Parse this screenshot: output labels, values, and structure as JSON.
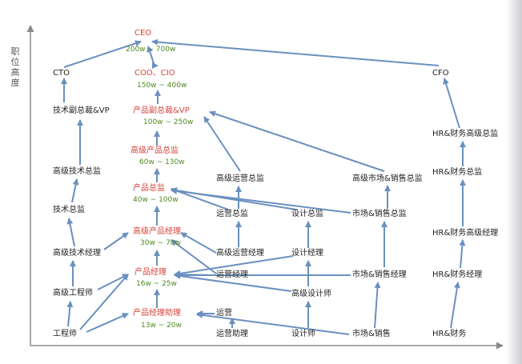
{
  "y_axis_label": "职位高度",
  "colors": {
    "arrow": "#6a90bf",
    "axis": "#8a8a8a",
    "highlight_text": "#d8423a",
    "salary_text": "#4f8a1f",
    "normal_text": "#222222"
  },
  "nodes": {
    "ceo": "CEO",
    "ceo_salary": "200w ~ 700w",
    "cto": "CTO",
    "coo_cio": "COO、CIO",
    "coo_cio_salary": "150w ~ 400w",
    "cfo": "CFO",
    "tech_vp": "技术副总裁&VP",
    "product_vp": "产品副总裁&VP",
    "product_vp_salary": "100w ~ 250w",
    "senior_product_director": "高级产品总监",
    "senior_product_director_salary": "60w ~ 130w",
    "product_director": "产品总监",
    "product_director_salary": "40w ~ 100w",
    "senior_product_manager": "高级产品经理",
    "senior_product_manager_salary": "30w ~ 70w",
    "product_manager": "产品经理",
    "product_manager_salary": "16w ~ 25w",
    "product_assistant": "产品经理助理",
    "product_assistant_salary": "13w ~ 20w",
    "senior_tech_director": "高级技术总监",
    "tech_director": "技术总监",
    "senior_tech_manager": "高级技术经理",
    "senior_engineer": "高级工程师",
    "engineer": "工程师",
    "senior_ops_director": "高级运营总监",
    "ops_director": "运营总监",
    "senior_ops_manager": "高级运营经理",
    "ops_manager": "运营经理",
    "ops": "运营",
    "ops_assistant": "运营助理",
    "design_director": "设计总监",
    "design_manager": "设计经理",
    "senior_designer": "高级设计师",
    "designer": "设计师",
    "senior_marketing_director": "高级市场&销售总监",
    "marketing_director": "市场&销售总监",
    "marketing_manager": "市场&销售经理",
    "marketing": "市场&销售",
    "hr_senior_director": "HR&财务高级总监",
    "hr_director": "HR&财务总监",
    "hr_senior_manager": "HR&财务高级经理",
    "hr_manager": "HR&财务经理",
    "hr": "HR&财务"
  }
}
